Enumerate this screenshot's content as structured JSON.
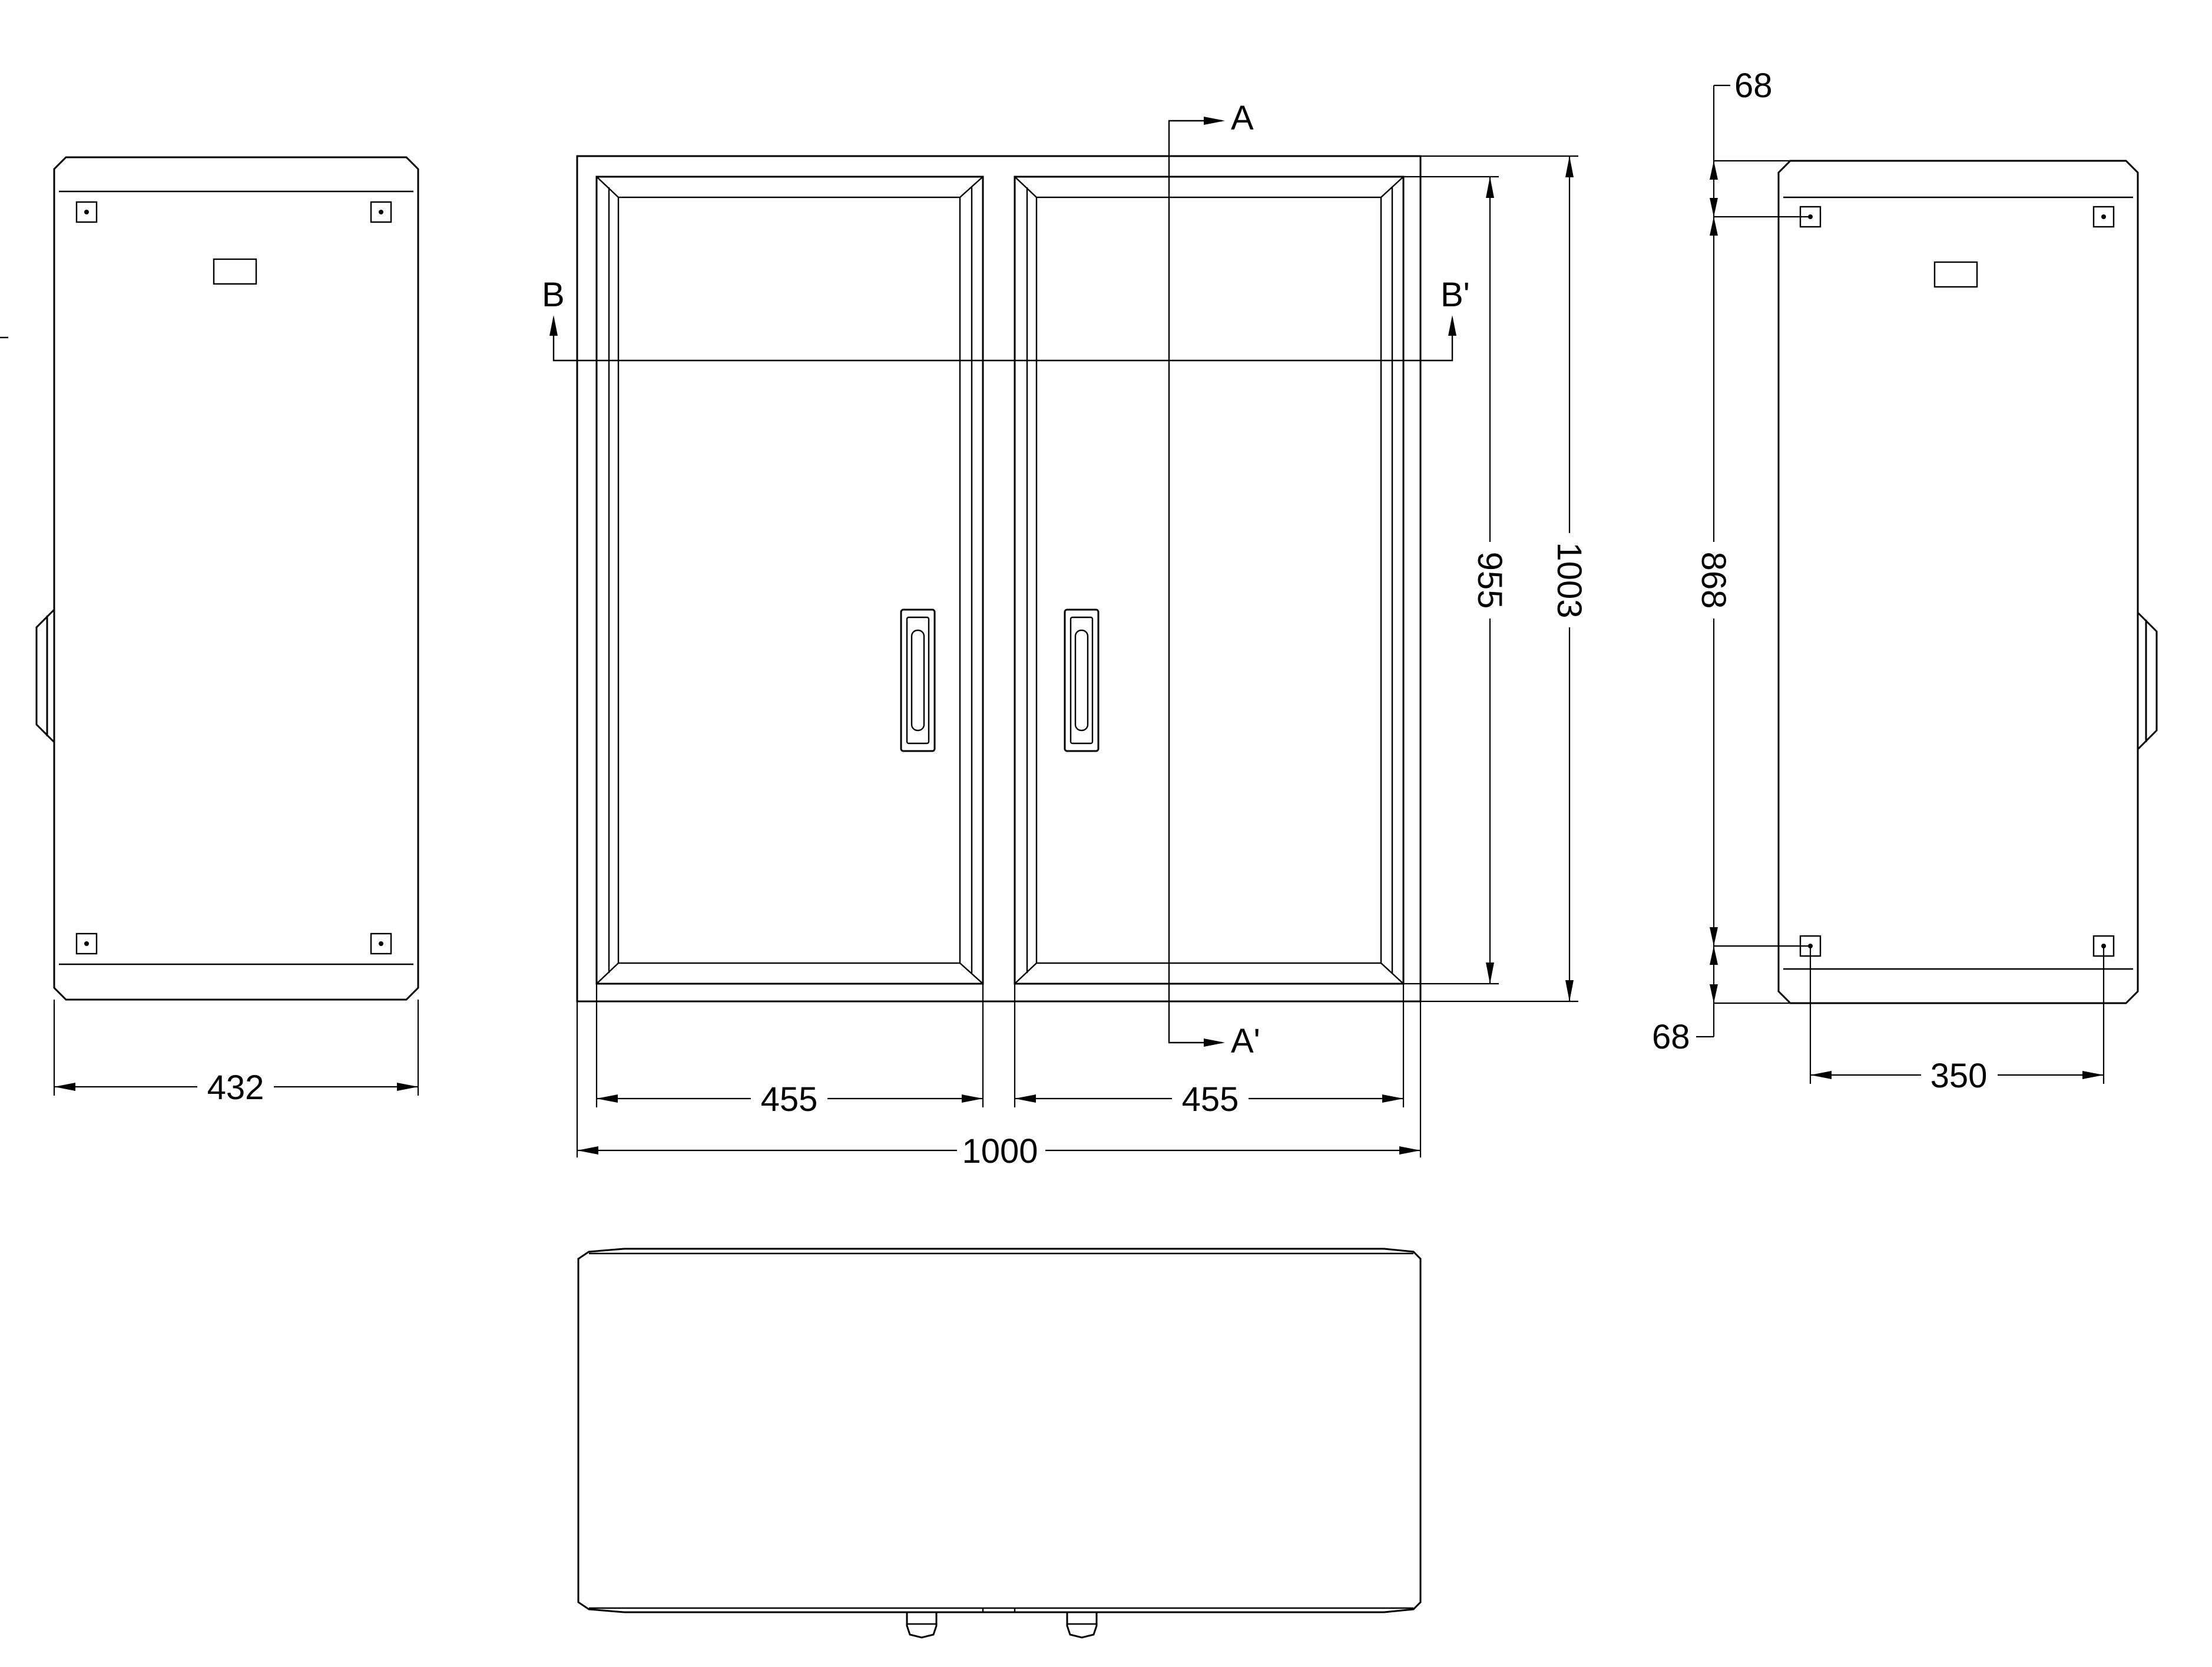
{
  "dimensions": {
    "left_width": "432",
    "front_left_door": "455",
    "front_right_door": "455",
    "front_total_width": "1000",
    "front_door_height": "955",
    "front_total_height": "1003",
    "right_top_offset": "68",
    "right_vertical": "868",
    "right_bottom_offset": "68",
    "right_width": "350"
  },
  "section_labels": {
    "a": "A",
    "a_prime": "A'",
    "b": "B",
    "b_prime": "B'"
  }
}
